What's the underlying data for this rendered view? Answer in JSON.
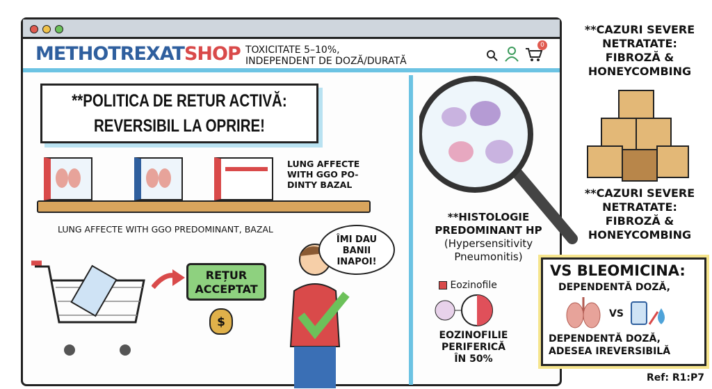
{
  "header": {
    "logo_main": "METHOTREXAT",
    "logo_accent": "SHOP",
    "tagline_line1": "TOXICITATE 5–10%,",
    "tagline_line2": "INDEPENDENT DE DOZĂ/DURATĂ",
    "cart_count": "0"
  },
  "main": {
    "title_line1": "**POLITICA DE RETUR ACTIVĂ:",
    "title_line2": "REVERSIBIL LA OPRIRE!",
    "shelf_label": [
      "LUNG AFFECTE",
      "WITH GGO PO-",
      "DINTY BAZAL"
    ],
    "shelf_caption": "LUNG AFFECTE WITH GGO PREDOMINANT, BAZAL",
    "return_button_line1": "REȚUR",
    "return_button_line2": "ACCEPTAT",
    "money_symbol": "$",
    "speech": [
      "ÎMI DAU",
      "BANII",
      "INAPOI!"
    ]
  },
  "histology": {
    "line1": "**HISTOLOGIE",
    "line2": "PREDOMINANT HP",
    "line3": "(Hypersensitivity",
    "line4": "Pneumonitis)",
    "legend": "Eozinofile",
    "eos_line1": "EOZINOFILIE",
    "eos_line2": "PERIFERICĂ",
    "eos_line3": "ÎN 50%"
  },
  "severe_top": [
    "**CAZURI SEVERE",
    "NETRATATE:",
    "FIBROZĂ &",
    "HONEYCOMBING"
  ],
  "severe_bottom": [
    "**CAZURI SEVERE",
    "NETRATATE:",
    "FIBROZĂ &",
    "HONEYCOMBING"
  ],
  "comparison": {
    "title": "VS BLEOMICINA:",
    "subtitle": "DEPENDENTĂ DOZĂ,",
    "vs": "VS",
    "footer_line1": "DEPENDENTĂ DOZĂ,",
    "footer_line2": "ADESEA IREVERSIBILĂ"
  },
  "ref": "Ref: R1:P7",
  "colors": {
    "brand_blue": "#2f5f9e",
    "brand_red": "#d94a4a",
    "accent_blue": "#6cc3e3",
    "green": "#8ed17f"
  }
}
